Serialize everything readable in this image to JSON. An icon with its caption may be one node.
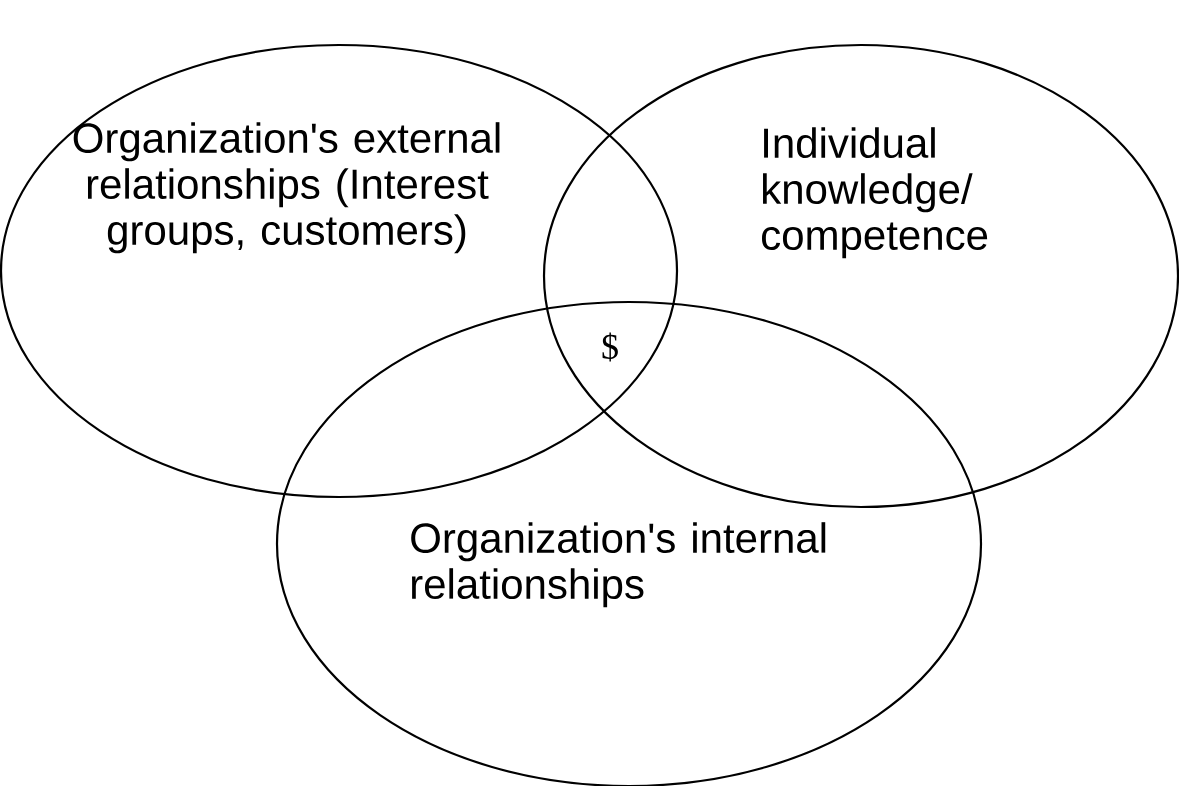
{
  "diagram": {
    "nodes": [
      {
        "text": [
          "Organization's external relationships (Interest groups, customers)"
        ]
      },
      {
        "text": [
          "Individual knowledge/ competence"
        ]
      },
      {
        "text": [
          "Organization's internal relationships"
        ]
      }
    ],
    "labels": [
      "$"
    ]
  }
}
